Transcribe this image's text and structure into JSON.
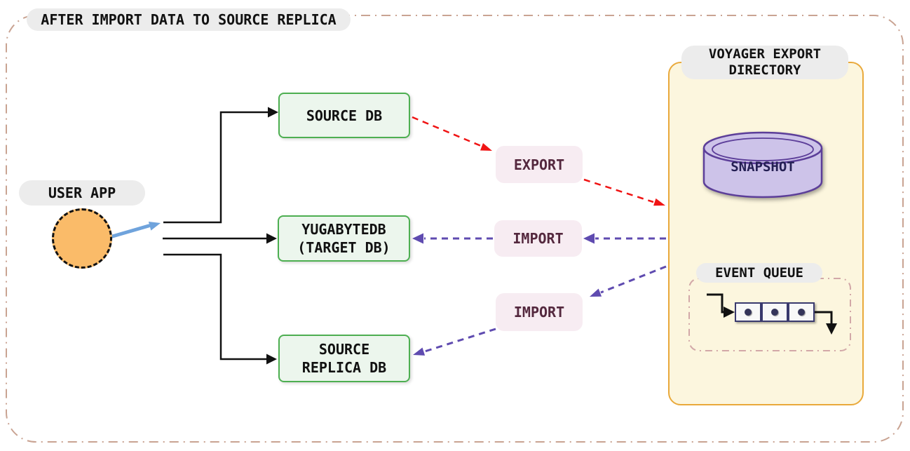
{
  "diagram_title": "AFTER IMPORT DATA TO SOURCE REPLICA",
  "user_app": {
    "label": "USER APP"
  },
  "databases": {
    "source_db": {
      "label": "SOURCE DB"
    },
    "target_db": {
      "label_line1": "YUGABYTEDB",
      "label_line2": "(TARGET DB)"
    },
    "source_replica_db": {
      "label_line1": "SOURCE",
      "label_line2": "REPLICA DB"
    }
  },
  "flow_labels": {
    "export": "EXPORT",
    "import_target": "IMPORT",
    "import_replica": "IMPORT"
  },
  "voyager_export_directory": {
    "title_line1": "VOYAGER EXPORT",
    "title_line2": "DIRECTORY",
    "snapshot": {
      "label": "SNAPSHOT"
    },
    "event_queue": {
      "label": "EVENT QUEUE",
      "item_count": 3
    }
  },
  "colors": {
    "pill_bg": "#ececec",
    "outer_border": "#c9a392",
    "line_black": "#111111",
    "accent_green": "#4daf51",
    "green_fill": "#ecf6ed",
    "pink_fill": "#f7ecf2",
    "plum_text": "#54283e",
    "red_arrow": "#f01414",
    "purple_arrow": "#5f4bb0",
    "panel_fill": "#fcf6de",
    "panel_border": "#e9a93b",
    "cylinder_fill": "#cdc3e9",
    "cylinder_border": "#5c3e99",
    "cylinder_text": "#241f53",
    "queue_cell_border": "#3a3a6e",
    "queue_dash": "#d2a8a8",
    "circle_fill": "#fabb69",
    "blue_arrow": "#6fa3dc"
  }
}
